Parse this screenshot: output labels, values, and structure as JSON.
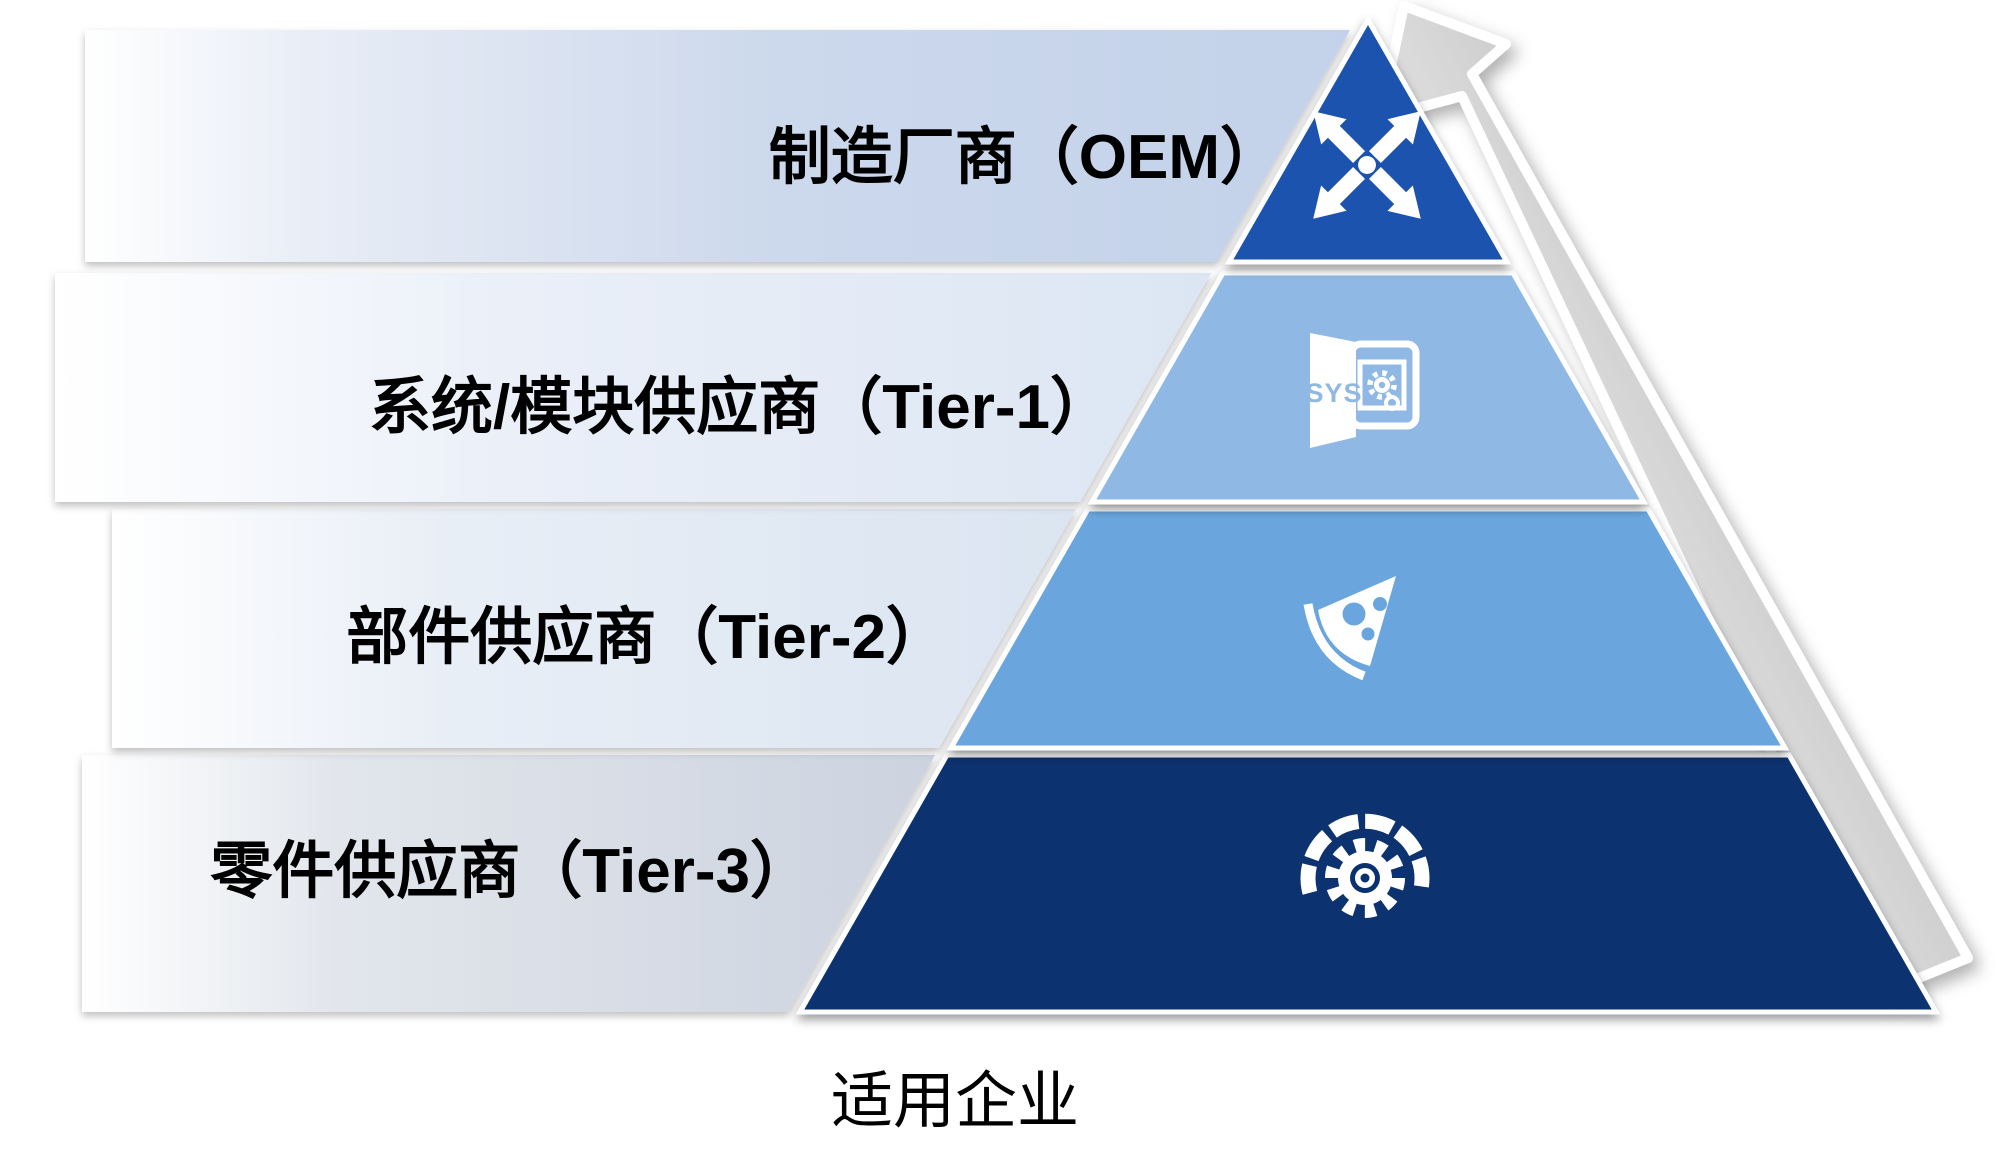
{
  "page": {
    "background": "#ffffff",
    "caption": "适用企业"
  },
  "pyramid": {
    "tiers": [
      {
        "id": "oem",
        "label": "制造厂商（OEM）",
        "icon": "expand-arrows-icon",
        "color": "#1b52ae",
        "band_tint": "#c9d6ec"
      },
      {
        "id": "tier1",
        "label": "系统/模块供应商（Tier-1）",
        "icon": "sys-file-icon",
        "color": "#8fb9e4",
        "band_tint": "#dce6f3"
      },
      {
        "id": "tier2",
        "label": "部件供应商（Tier-2）",
        "icon": "pizza-slice-icon",
        "color": "#6aa6dd",
        "band_tint": "#dbe5f1"
      },
      {
        "id": "tier3",
        "label": "零件供应商（Tier-3）",
        "icon": "gear-icon",
        "color": "#0a316f",
        "band_tint": "#ccd3df"
      }
    ],
    "sys_icon_text": "SYS",
    "arrow_color": "#d9d9d9",
    "separator_color": "#ffffff",
    "label_color": "#000000"
  }
}
